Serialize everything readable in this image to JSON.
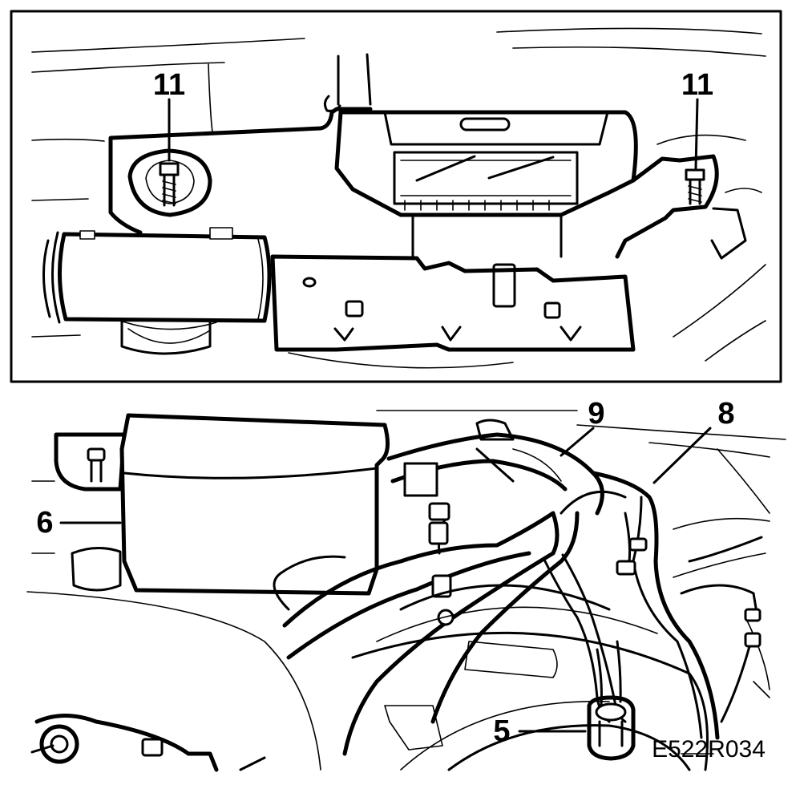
{
  "figure_id": "E522R034",
  "inset_callouts": {
    "left": "11",
    "right": "11"
  },
  "main_callouts": {
    "ecu": "6",
    "hose": "9",
    "pipe": "8",
    "fitting": "5"
  },
  "colors": {
    "ink": "#000000",
    "paper": "#ffffff"
  }
}
